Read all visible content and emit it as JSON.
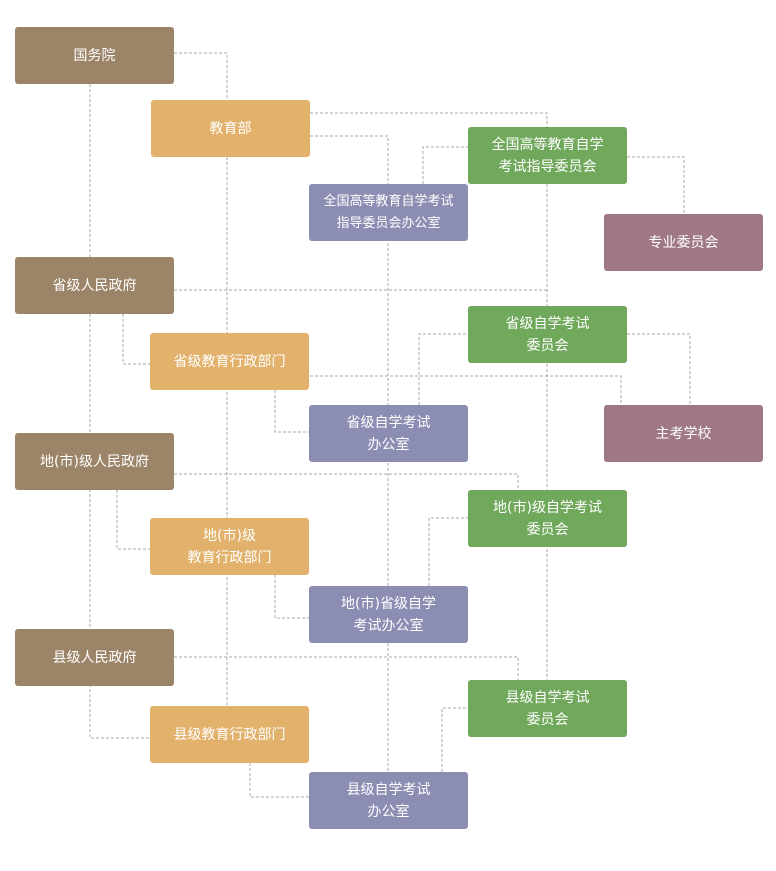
{
  "colors": {
    "government": "#9c8468",
    "education_department": "#e2b26c",
    "committee": "#70a85c",
    "office": "#8c8db2",
    "school": "#9f7883",
    "connector": "#a8a8a8"
  },
  "nodes": {
    "state_council": "国务院",
    "ministry_of_education": "教育部",
    "national_committee": "全国高等教育自学\n考试指导委员会",
    "national_office": "全国高等教育自学考试\n指导委员会办公室",
    "professional_committee": "专业委员会",
    "provincial_government": "省级人民政府",
    "provincial_education_department": "省级教育行政部门",
    "provincial_committee": "省级自学考试\n委员会",
    "provincial_office": "省级自学考试\n办公室",
    "examining_school": "主考学校",
    "city_government": "地(市)级人民政府",
    "city_education_department": "地(市)级\n教育行政部门",
    "city_committee": "地(市)级自学考试\n委员会",
    "city_office": "地(市)省级自学\n考试办公室",
    "county_government": "县级人民政府",
    "county_education_department": "县级教育行政部门",
    "county_committee": "县级自学考试\n委员会",
    "county_office": "县级自学考试\n办公室"
  }
}
